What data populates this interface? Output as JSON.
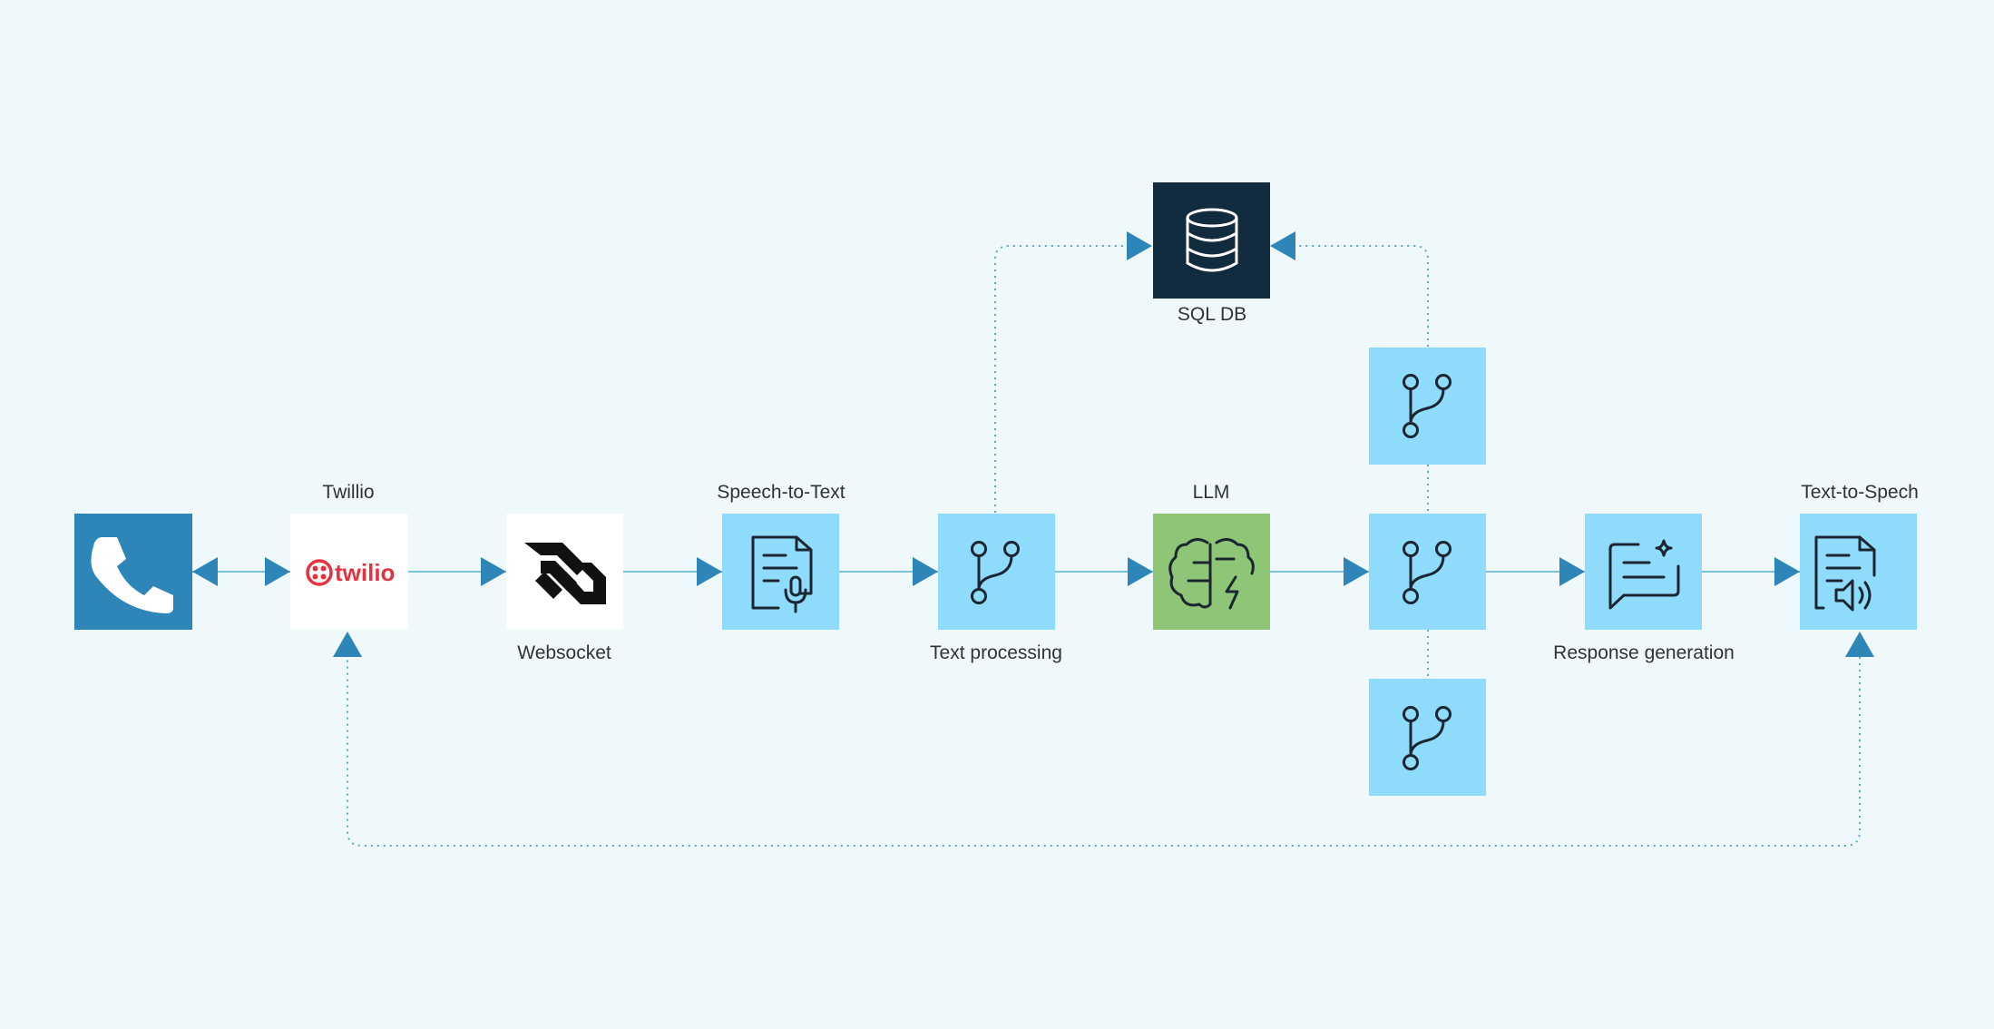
{
  "colors": {
    "background": "#EFF8FA",
    "node_light": "#8FDBFB",
    "node_phone": "#2E86B8",
    "node_db": "#112B3F",
    "node_llm": "#8EC576",
    "node_white": "#FFFFFF",
    "arrow": "#2E86B8",
    "line": "#7CC4DE",
    "dotted": "#5BA7D0",
    "icon": "#1B2631",
    "twilio_red": "#E6323E"
  },
  "nodes": {
    "phone": {
      "label": "",
      "icon": "phone-icon"
    },
    "twilio": {
      "label": "Twillio",
      "icon": "twilio-logo",
      "wordmark": "twilio"
    },
    "websocket": {
      "label": "Websocket",
      "icon": "websocket-logo"
    },
    "stt": {
      "label": "Speech-to-Text",
      "icon": "document-microphone-icon"
    },
    "text_processing": {
      "label": "Text processing",
      "icon": "git-branch-icon"
    },
    "llm": {
      "label": "LLM",
      "icon": "brain-lightning-icon"
    },
    "router_top": {
      "label": "",
      "icon": "git-branch-icon"
    },
    "router_mid": {
      "label": "",
      "icon": "git-branch-icon"
    },
    "router_bottom": {
      "label": "",
      "icon": "git-branch-icon"
    },
    "response_generation": {
      "label": "Response generation",
      "icon": "chat-sparkle-icon"
    },
    "tts": {
      "label": "Text-to-Spech",
      "icon": "document-speaker-icon"
    },
    "sql_db": {
      "label": "SQL DB",
      "icon": "database-icon"
    }
  }
}
